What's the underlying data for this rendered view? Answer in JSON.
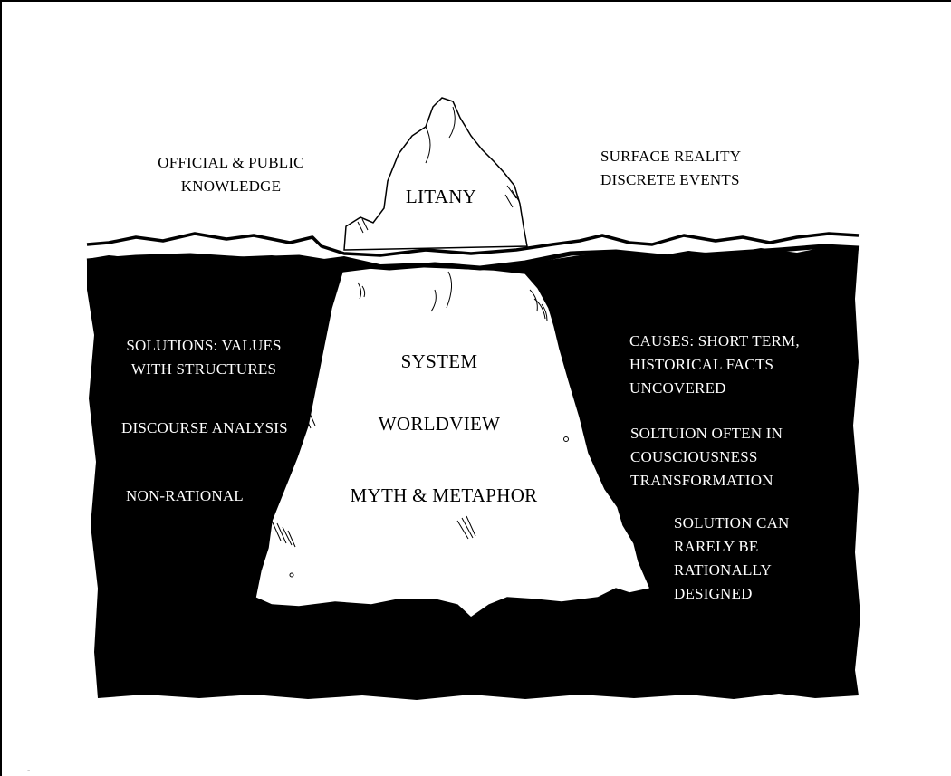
{
  "above_water": {
    "left_text": "OFFICIAL & PUBLIC\nKNOWLEDGE",
    "right_text": "SURFACE REALITY\nDISCRETE EVENTS",
    "tip_label": "LITANY"
  },
  "iceberg_layers": {
    "system": "SYSTEM",
    "worldview": "WORLDVIEW",
    "myth": "MYTH & METAPHOR"
  },
  "left_notes": {
    "solutions": "SOLUTIONS: VALUES\nWITH STRUCTURES",
    "discourse": "DISCOURSE ANALYSIS",
    "nonrational": "NON-RATIONAL"
  },
  "right_notes": {
    "causes": "CAUSES: SHORT TERM,\nHISTORICAL FACTS\nUNCOVERED",
    "solution_often": "SOLTUION OFTEN IN\nCOUSCIOUSNESS\nTRANSFORMATION",
    "solution_rarely": "SOLUTION CAN\nRARELY BE\nRATIONALLY\nDESIGNED"
  },
  "footer_mark": "-",
  "colors": {
    "ink": "#000000",
    "paper": "#ffffff"
  }
}
